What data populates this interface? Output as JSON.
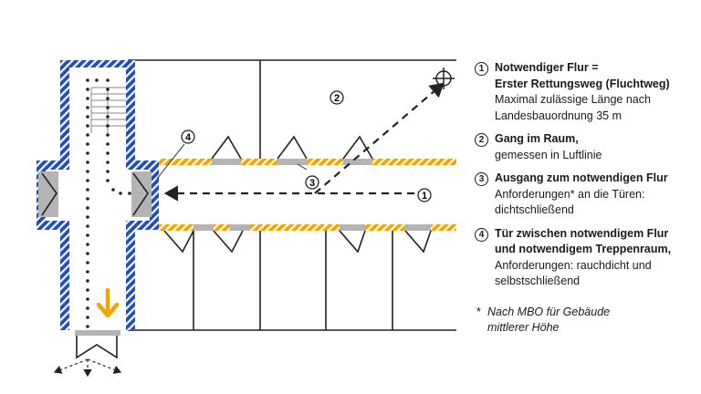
{
  "colors": {
    "wall_blue": "#1f4fbf",
    "wall_orange": "#f5a300",
    "door_grey": "#b4b4b4",
    "line": "#222222"
  },
  "icons": [
    "target-crosshair-icon",
    "exit-arrow-icon",
    "door-swing-icon"
  ],
  "markers": {
    "m1": "1",
    "m2": "2",
    "m3": "3",
    "m4": "4"
  },
  "legend": {
    "items": [
      {
        "num": "1",
        "bold": [
          "Notwendiger Flur =",
          "Erster Rettungsweg (Fluchtweg)"
        ],
        "normal": [
          "Maximal zulässige Länge nach",
          "Landesbauordnung 35 m"
        ]
      },
      {
        "num": "2",
        "bold": [
          "Gang im Raum,"
        ],
        "normal": [
          "gemessen in Luftlinie"
        ]
      },
      {
        "num": "3",
        "bold": [
          "Ausgang zum notwendigen Flur"
        ],
        "normal": [
          "Anforderungen* an die Türen:",
          "dichtschließend"
        ]
      },
      {
        "num": "4",
        "bold": [
          "Tür zwischen notwendigem Flur",
          "und notwendigem Treppenraum,"
        ],
        "normal": [
          "Anforderungen: rauchdicht und",
          "selbstschließend"
        ]
      }
    ],
    "footnote": {
      "star": "*",
      "lines": [
        "Nach MBO für Gebäude",
        "mittlerer Höhe"
      ]
    }
  }
}
